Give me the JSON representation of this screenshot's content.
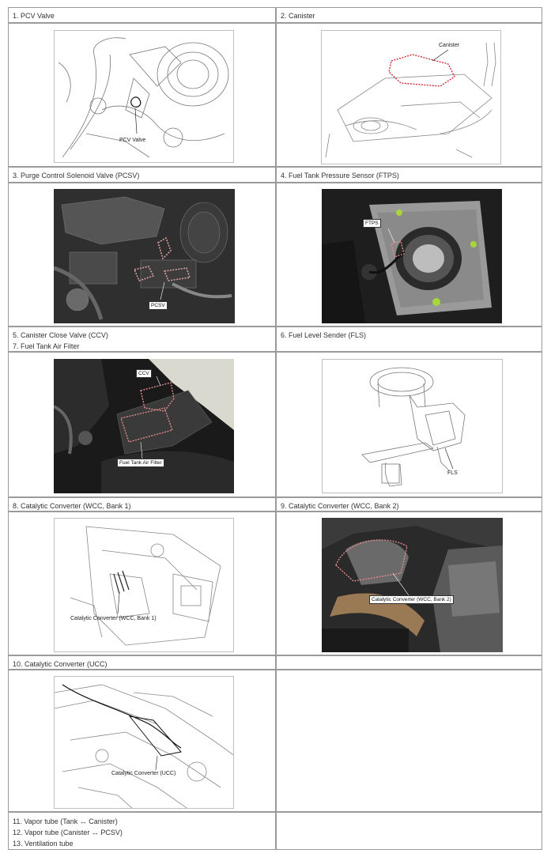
{
  "rows": [
    {
      "left": {
        "title": "1. PCV Valve",
        "callouts": [
          "PCV Valve"
        ]
      },
      "right": {
        "title": "2. Canister",
        "callouts": [
          "Canister"
        ]
      }
    },
    {
      "left": {
        "title": "3. Purge Control Solenoid Valve (PCSV)",
        "callouts": [
          "PCSV"
        ]
      },
      "right": {
        "title": "4. Fuel Tank Pressure Sensor (FTPS)",
        "callouts": [
          "FTPS"
        ]
      }
    },
    {
      "left": {
        "title_lines": [
          "5. Canister Close Valve (CCV)",
          "7. Fuel Tank Air Filter"
        ],
        "callouts": [
          "CCV",
          "Fuel Tank Air Filter"
        ]
      },
      "right": {
        "title": "6. Fuel Level Sender (FLS)",
        "callouts": [
          "FLS"
        ]
      }
    },
    {
      "left": {
        "title": "8. Catalytic Converter (WCC, Bank 1)",
        "callouts": [
          "Catalytic Converter (WCC, Bank 1)"
        ]
      },
      "right": {
        "title": "9. Catalytic Converter (WCC, Bank 2)",
        "callouts": [
          "Catalytic Converter (WCC, Bank 2)"
        ]
      }
    },
    {
      "left": {
        "title": "10. Catalytic Converter (UCC)",
        "callouts": [
          "Catalytic Converter (UCC)"
        ]
      },
      "right": {
        "title": ""
      }
    }
  ],
  "footer_lines": [
    "11. Vapor tube (Tank ↔ Canister)",
    "12. Vapor tube (Canister ↔ PCSV)",
    "13. Ventilation tube"
  ],
  "colors": {
    "border": "#9a9a9a",
    "highlight": "#d0202a",
    "photo_dark": "#2b2b2b"
  }
}
